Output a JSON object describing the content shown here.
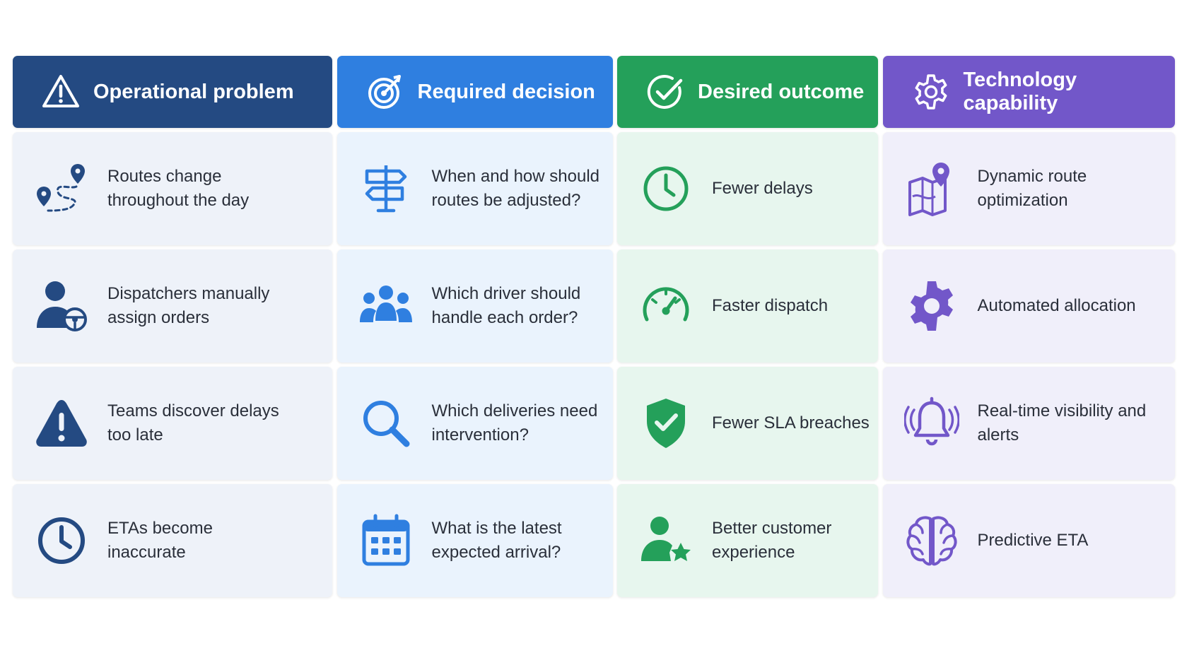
{
  "colors": {
    "problem": "#244a82",
    "decision": "#2f7fe0",
    "outcome": "#24a05a",
    "technology": "#7257c9"
  },
  "headers": [
    {
      "label": "Operational problem",
      "icon": "warning-triangle-icon"
    },
    {
      "label": "Required decision",
      "icon": "target-icon"
    },
    {
      "label": "Desired outcome",
      "icon": "check-circle-icon"
    },
    {
      "label": "Technology capability",
      "icon": "gear-icon"
    }
  ],
  "rows": [
    [
      {
        "text": "Routes change throughout the day",
        "icon": "route-pins-icon"
      },
      {
        "text": "When and how should routes be adjusted?",
        "icon": "signpost-icon"
      },
      {
        "text": "Fewer delays",
        "icon": "clock-icon"
      },
      {
        "text": "Dynamic route optimization",
        "icon": "map-pin-icon"
      }
    ],
    [
      {
        "text": "Dispatchers manually assign orders",
        "icon": "driver-user-icon"
      },
      {
        "text": "Which driver should handle each order?",
        "icon": "users-group-icon"
      },
      {
        "text": "Faster dispatch",
        "icon": "speedometer-icon"
      },
      {
        "text": "Automated allocation",
        "icon": "gear-icon"
      }
    ],
    [
      {
        "text": "Teams discover delays too late",
        "icon": "warning-triangle-icon"
      },
      {
        "text": "Which deliveries need intervention?",
        "icon": "search-icon"
      },
      {
        "text": "Fewer SLA breaches",
        "icon": "shield-check-icon"
      },
      {
        "text": "Real-time visibility and alerts",
        "icon": "bell-alert-icon"
      }
    ],
    [
      {
        "text": "ETAs become inaccurate",
        "icon": "clock-icon"
      },
      {
        "text": "What is the latest expected arrival?",
        "icon": "calendar-icon"
      },
      {
        "text": "Better customer experience",
        "icon": "user-star-icon"
      },
      {
        "text": "Predictive ETA",
        "icon": "brain-icon"
      }
    ]
  ]
}
